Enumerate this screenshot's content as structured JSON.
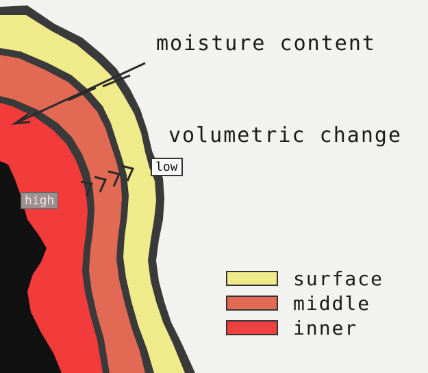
{
  "labels": {
    "moisture": "moisture content",
    "volumetric": "volumetric change",
    "low": "low",
    "high": "high"
  },
  "legend": [
    {
      "label": "surface",
      "color": "#f0eb8a"
    },
    {
      "label": "middle",
      "color": "#e26a55"
    },
    {
      "label": "inner",
      "color": "#f04040"
    }
  ],
  "colors": {
    "surface": "#f0eb8a",
    "middle": "#e26a55",
    "inner": "#f23b3b",
    "core": "#111111",
    "outline": "#3a3a3a",
    "background": "#f2f2f0"
  }
}
